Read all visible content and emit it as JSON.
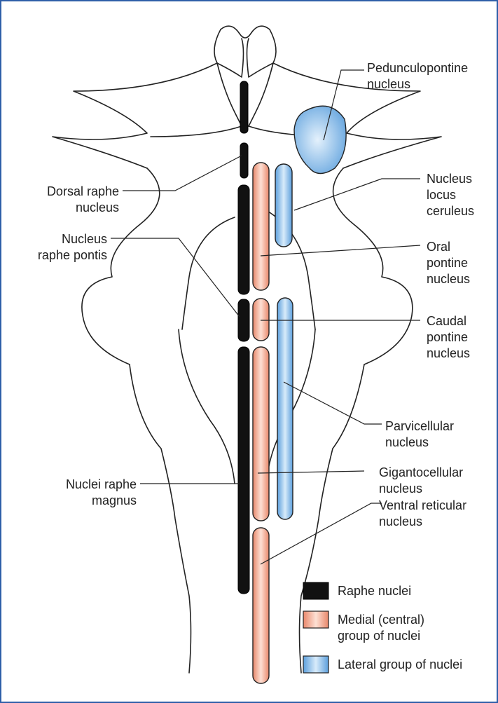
{
  "labels": {
    "pedunculopontine": [
      "Pedunculopontine",
      "nucleus"
    ],
    "locus_ceruleus": [
      "Nucleus",
      "locus",
      "ceruleus"
    ],
    "oral_pontine": [
      "Oral",
      "pontine",
      "nucleus"
    ],
    "caudal_pontine": [
      "Caudal",
      "pontine",
      "nucleus"
    ],
    "parvicellular": [
      "Parvicellular",
      "nucleus"
    ],
    "gigantocellular": [
      "Gigantocellular",
      "nucleus"
    ],
    "ventral_reticular": [
      "Ventral reticular",
      "nucleus"
    ],
    "dorsal_raphe": [
      "Dorsal raphe",
      "nucleus"
    ],
    "raphe_pontis": [
      "Nucleus",
      "raphe pontis"
    ],
    "raphe_magnus": [
      "Nuclei raphe",
      "magnus"
    ]
  },
  "legend": {
    "items": [
      {
        "lines": [
          "Raphe nuclei"
        ],
        "color": "#111111"
      },
      {
        "lines": [
          "Medial (central)",
          "group of nuclei"
        ],
        "color": "#f3a088"
      },
      {
        "lines": [
          "Lateral group of nuclei"
        ],
        "color": "#7fb6e6"
      }
    ]
  },
  "colors": {
    "frame": "#2f5fa8",
    "raphe": "#111111",
    "medial": "#f3a088",
    "lateral": "#7fb6e6",
    "outline": "#222222"
  }
}
